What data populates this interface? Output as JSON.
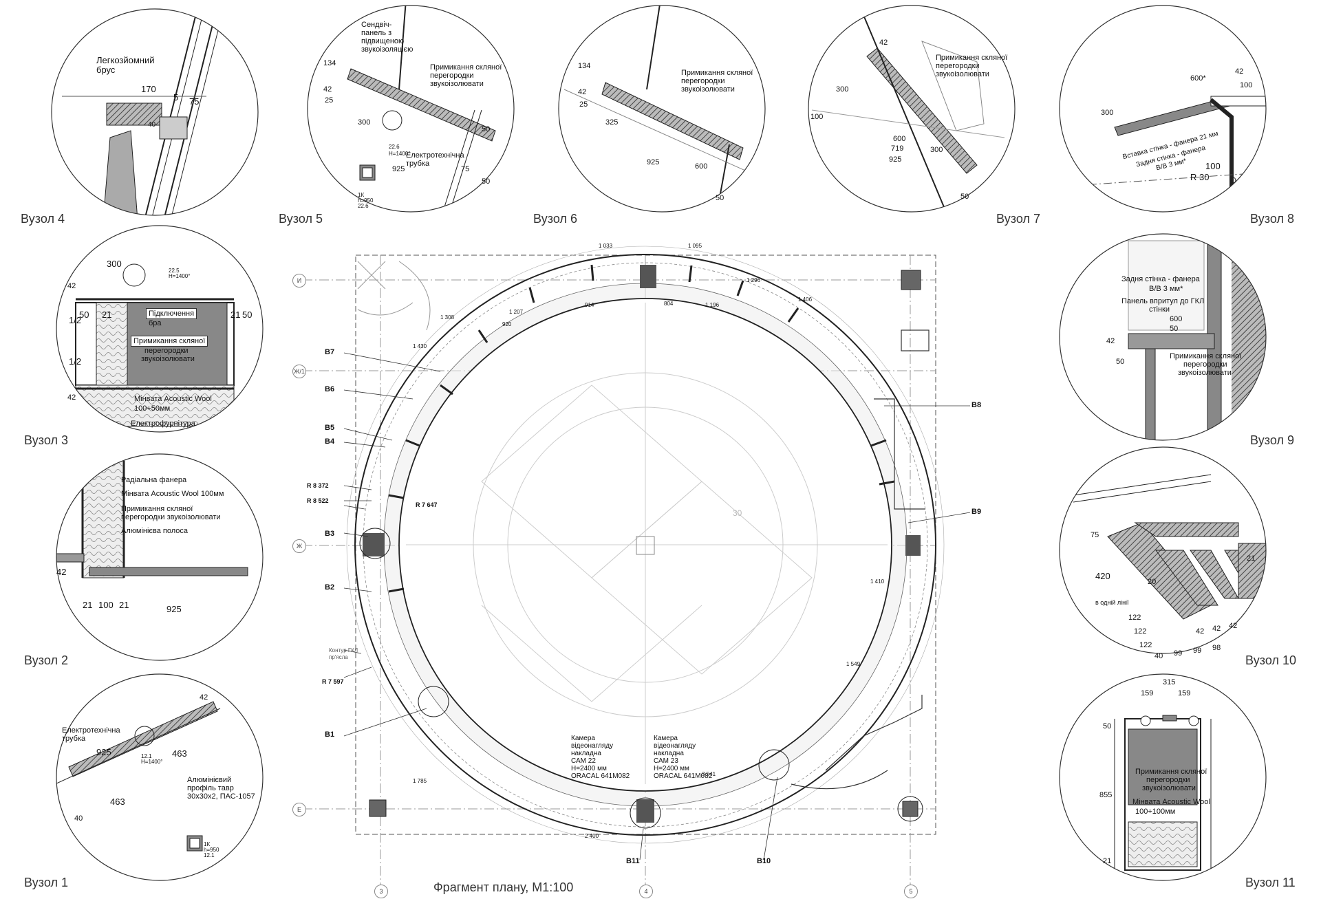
{
  "plan": {
    "title": "Фрагмент плану, М1:100",
    "axes": [
      "И",
      "Ж/1",
      "Ж",
      "Е",
      "3",
      "4",
      "5"
    ],
    "sections": [
      "В7",
      "В6",
      "В5",
      "В4",
      "В3",
      "В2",
      "В1",
      "В11",
      "В10",
      "В9",
      "В8"
    ],
    "radii": [
      "R 8 372",
      "R 8 522",
      "R 7 647",
      "R 7 597"
    ],
    "contour": [
      "Контур ГКЛ",
      "пр'ясла"
    ],
    "camera22": [
      "Камера",
      "відеонагляду",
      "накладна",
      "САМ 22",
      "Н=2400 мм",
      "ORACAL 641M082"
    ],
    "camera23": [
      "Камера",
      "відеонагляду",
      "накладна",
      "САМ 23",
      "Н=2400 мм",
      "ORACAL 641M082"
    ],
    "dims": [
      "1 033",
      "1 095",
      "1 308",
      "1 430",
      "1 207",
      "920",
      "914",
      "804",
      "1 196",
      "1 296",
      "1 406",
      "1 410",
      "1 549",
      "1 785",
      "2 400",
      "3 541",
      "30"
    ]
  },
  "nodes": {
    "n4": {
      "label": "Вузол 4",
      "texts": [
        "Легкозйомний",
        "брус",
        "170",
        "5",
        "75",
        "40"
      ]
    },
    "n5": {
      "label": "Вузол 5",
      "texts": [
        "Сендвіч-",
        "панель з",
        "підвищеною",
        "звукоізоляцією",
        "Примикання скляної",
        "перегородки",
        "звукоізолювати",
        "Електротехнічна",
        "трубка",
        "300",
        "925",
        "75",
        "50",
        "50",
        "134",
        "42",
        "25",
        "22.6",
        "Н=1400°",
        "1К",
        "h=950",
        "22.6"
      ]
    },
    "n6": {
      "label": "Вузол 6",
      "texts": [
        "Примикання скляної",
        "перегородки",
        "звукоізолювати",
        "134",
        "42",
        "25",
        "325",
        "925",
        "600",
        "50"
      ]
    },
    "n7": {
      "label": "Вузол 7",
      "texts": [
        "Примикання скляної",
        "перегородки",
        "звукоізолювати",
        "300",
        "600",
        "719",
        "925",
        "300",
        "100",
        "50",
        "42"
      ]
    },
    "n8": {
      "label": "Вузол 8",
      "texts": [
        "Вставка стінка - фанера 21 мм",
        "Задня стінка - фанера",
        "В/В 3 мм*",
        "600*",
        "300",
        "R 30",
        "100",
        "42",
        "100"
      ]
    },
    "n3": {
      "label": "Вузол 3",
      "texts": [
        "300",
        "Підключення",
        "бра",
        "Примикання скляної",
        "перегородки",
        "звукоізолювати",
        "Мінвата Acoustic Wool",
        "100+50мм",
        "Електрофурнітура",
        "42",
        "1/2",
        "1/2",
        "50",
        "21",
        "21",
        "50",
        "42",
        "22.5",
        "Н=1400°"
      ]
    },
    "n9": {
      "label": "Вузол 9",
      "texts": [
        "Задня стінка - фанера",
        "В/В 3 мм*",
        "Панель впритул до ГКЛ",
        "стінки",
        "600",
        "50",
        "Примикання скляної",
        "перегородки",
        "звукоізолювати",
        "42",
        "50"
      ]
    },
    "n2": {
      "label": "Вузол 2",
      "texts": [
        "Радіальна фанера",
        "Мінвата Acoustic Wool 100мм",
        "Примикання скляної",
        "перегородки звукоізолювати",
        "Алюмінієва полоса",
        "42",
        "21",
        "100",
        "21",
        "925"
      ]
    },
    "n10": {
      "label": "Вузол 10",
      "texts": [
        "75",
        "420",
        "в одній лінії",
        "20",
        "122",
        "122",
        "122",
        "40",
        "99",
        "99",
        "98",
        "42",
        "42",
        "42",
        "21"
      ]
    },
    "n1": {
      "label": "Вузол 1",
      "texts": [
        "Електротехнічна",
        "трубка",
        "925",
        "463",
        "463",
        "Алюмінієвий",
        "профіль тавр",
        "30х30х2, ПАС-1057",
        "40",
        "42",
        "12.1",
        "Н=1400°",
        "1К",
        "h=950",
        "12.1"
      ]
    },
    "n11": {
      "label": "Вузол 11",
      "texts": [
        "315",
        "159",
        "159",
        "Примикання скляної",
        "перегородки",
        "звукоізолювати",
        "Мінвата Acoustic Wool",
        "100+100мм",
        "50",
        "855",
        "21"
      ]
    }
  },
  "colors": {
    "line": "#222222",
    "fill": "#777777",
    "hatch": "#555555",
    "light": "#bbbbbb",
    "bg": "#ffffff"
  }
}
